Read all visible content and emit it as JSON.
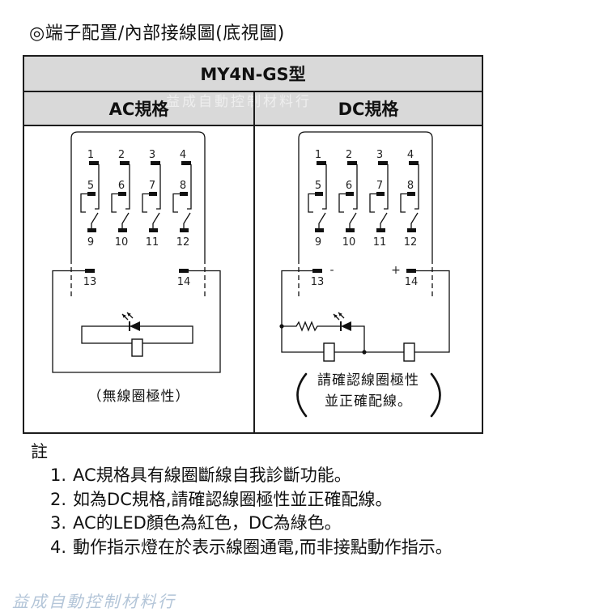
{
  "page": {
    "title": "◎端子配置/內部接線圖(底視圖)"
  },
  "table": {
    "model": "MY4N-GS型",
    "ac_heading": "AC規格",
    "dc_heading": "DC規格"
  },
  "diagram": {
    "terminals": {
      "nc": [
        "1",
        "2",
        "3",
        "4"
      ],
      "no": [
        "5",
        "6",
        "7",
        "8"
      ],
      "com": [
        "9",
        "10",
        "11",
        "12"
      ],
      "coil": [
        "13",
        "14"
      ]
    },
    "dc_polarity": {
      "minus": "-",
      "plus": "+"
    },
    "ac_note": "（無線圈極性）",
    "dc_note": [
      "請確認線圈極性",
      "並正確配線。"
    ]
  },
  "notes": {
    "heading": "註",
    "items": [
      {
        "num": "1.",
        "text": "AC規格具有線圈斷線自我診斷功能。"
      },
      {
        "num": "2.",
        "text": "如為DC規格,請確認線圈極性並正確配線。"
      },
      {
        "num": "3.",
        "text": "AC的LED顏色為紅色，DC為綠色。"
      },
      {
        "num": "4.",
        "text": "動作指示燈在於表示線圈通電,而非接點動作指示。"
      }
    ]
  },
  "watermark": "益成自動控制材料行",
  "colors": {
    "header_bg": "#d9d9d9",
    "watermark": "#b3c5d8"
  }
}
